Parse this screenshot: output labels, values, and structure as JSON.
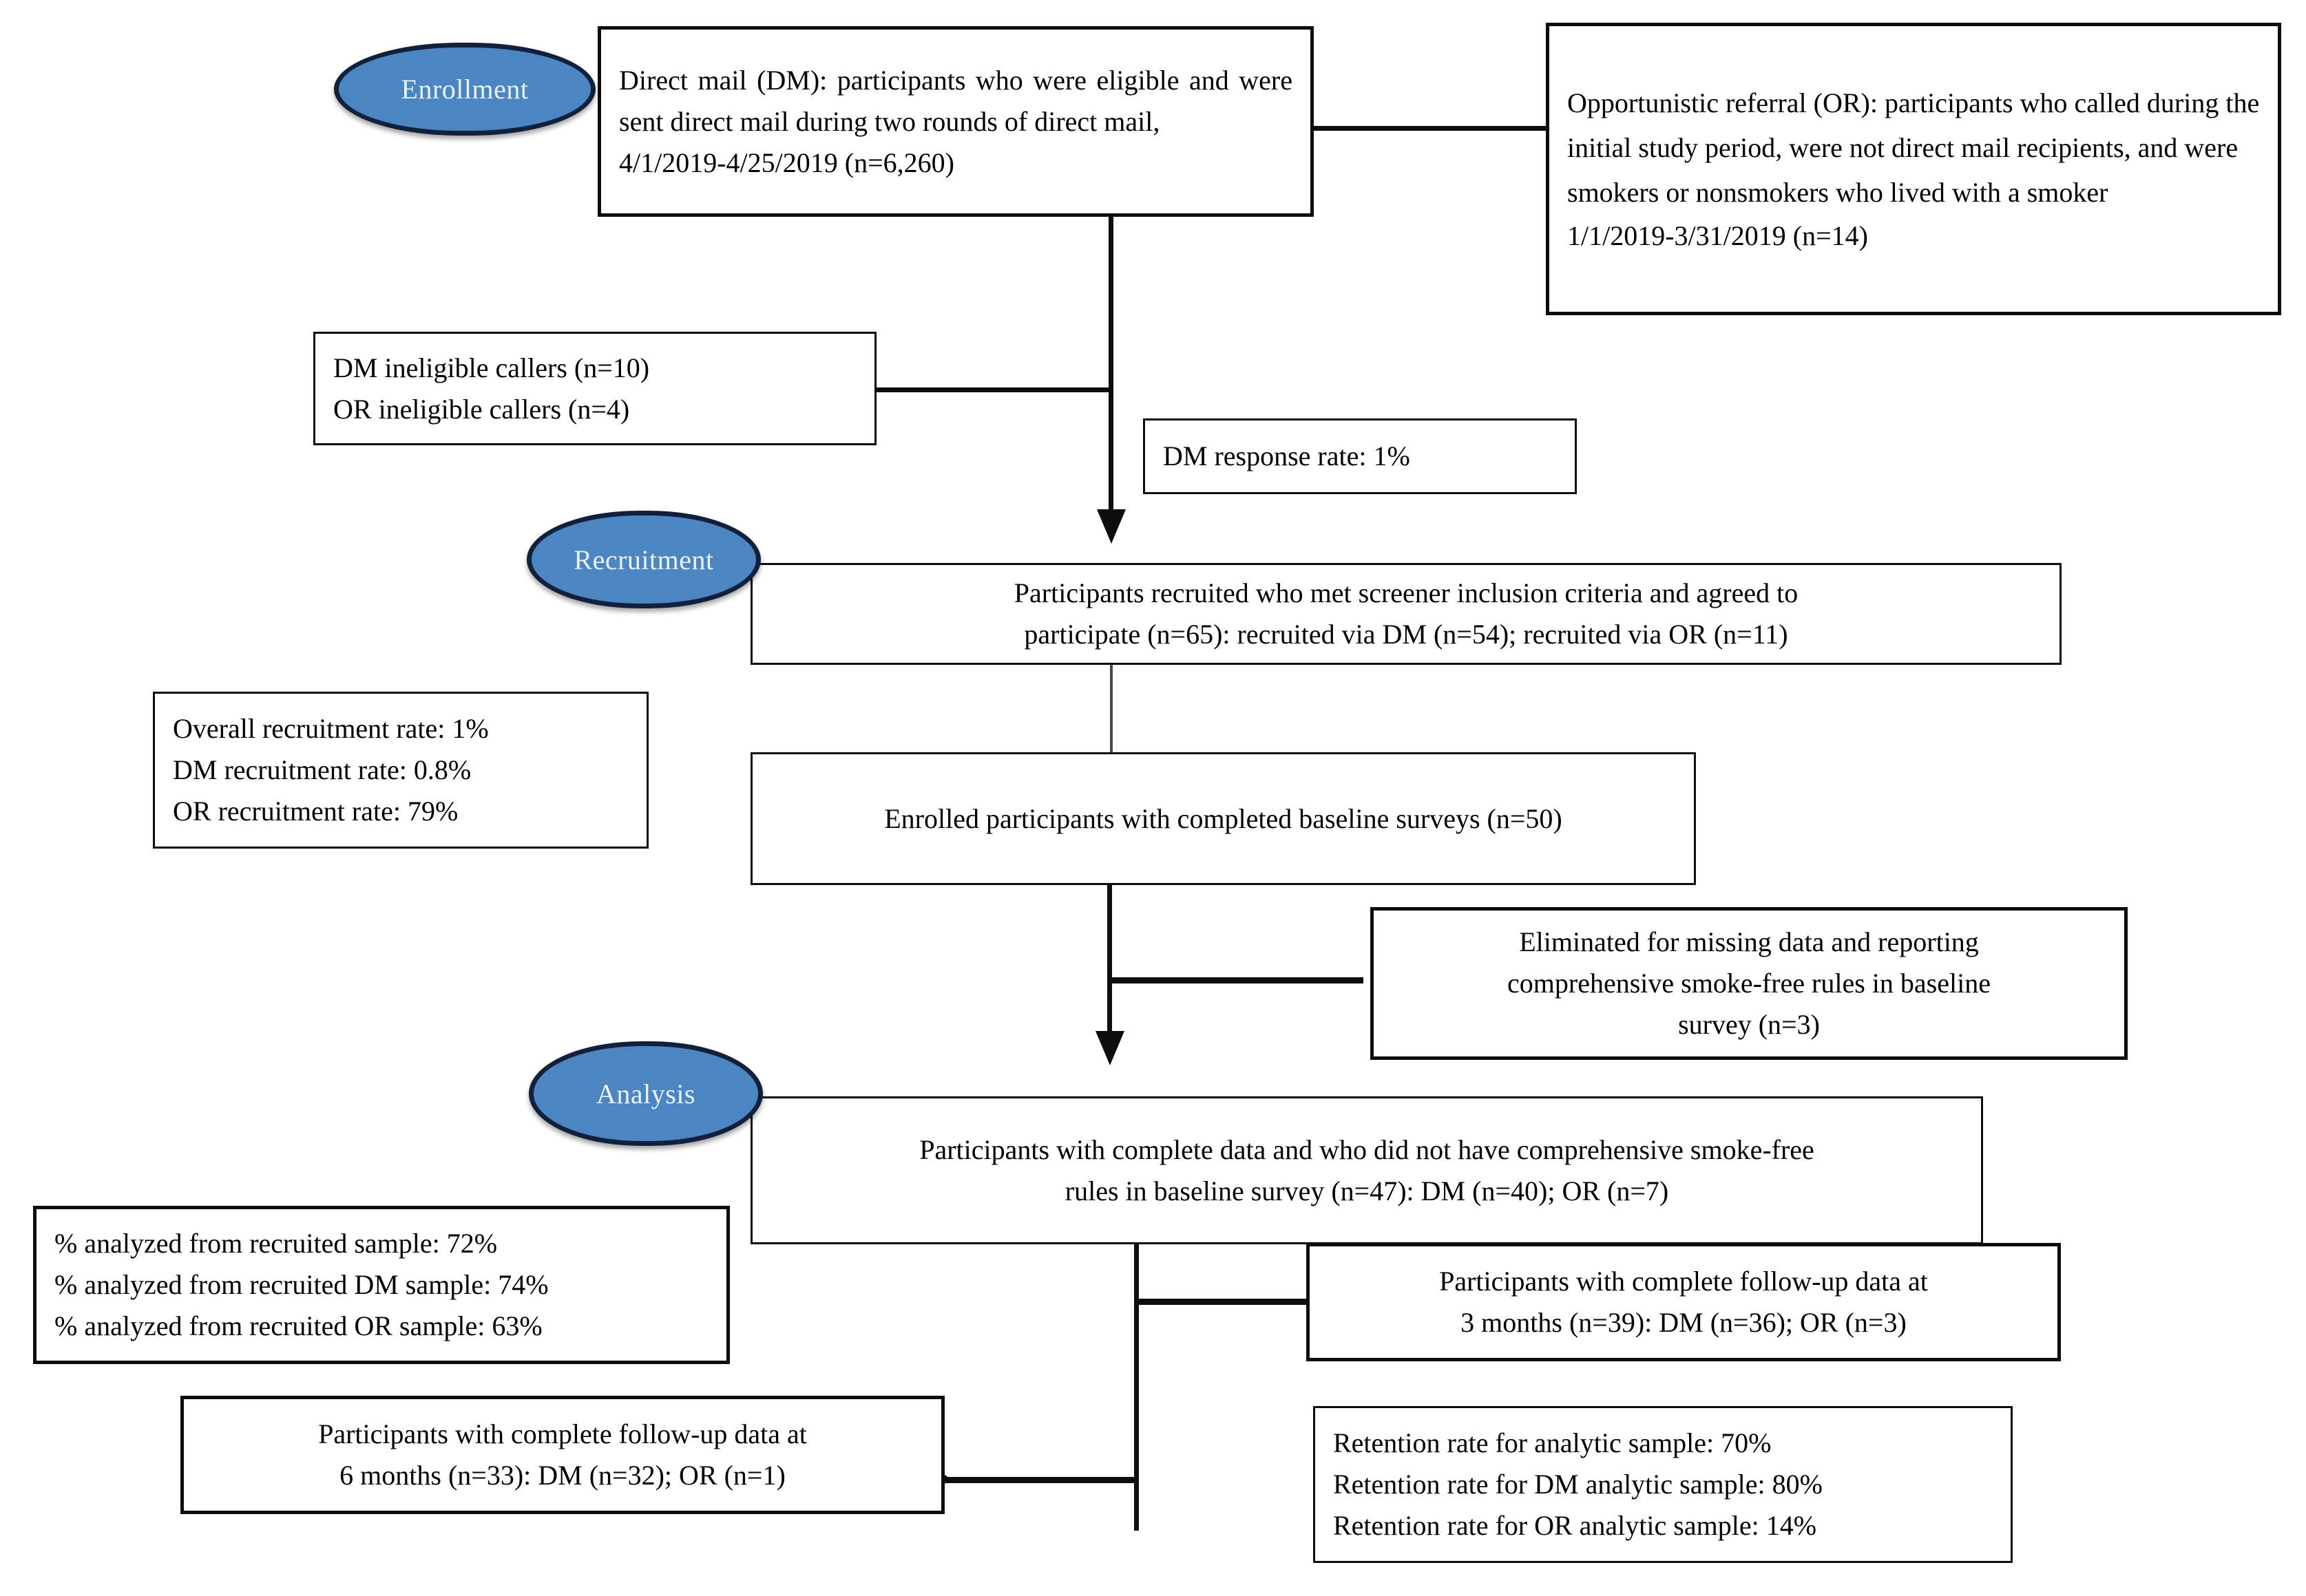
{
  "figure": {
    "type": "consort-flow-diagram",
    "accent_color": "#4c86c2",
    "accent_border_color": "#13203c",
    "line_color": "#0d0d0d",
    "background": "#ffffff"
  },
  "stages": [
    {
      "id": "enrollment",
      "label": "Enrollment"
    },
    {
      "id": "recruitment",
      "label": "Recruitment"
    },
    {
      "id": "analysis",
      "label": "Analysis"
    }
  ],
  "boxes": {
    "direct_mail": {
      "line1": "Direct mail (DM): participants who were eligible and were sent direct mail during two rounds of direct mail,",
      "line2": "4/1/2019-4/25/2019 (n=6,260)"
    },
    "opportunistic_referral": {
      "line1": "Opportunistic referral (OR): participants who called during the initial study period, were not direct mail recipients, and were smokers or nonsmokers who lived with a smoker",
      "line2": "1/1/2019-3/31/2019 (n=14)"
    },
    "ineligible_callers": {
      "line1": "DM ineligible callers (n=10)",
      "line2": "OR ineligible callers (n=4)"
    },
    "dm_response_rate": {
      "line1": "DM response rate: 1%"
    },
    "recruited": {
      "line1": "Participants recruited who met screener inclusion criteria and agreed to",
      "line2": "participate (n=65): recruited via DM (n=54); recruited via OR (n=11)"
    },
    "recruitment_rates": {
      "line1": "Overall recruitment rate: 1%",
      "line2": "DM recruitment rate: 0.8%",
      "line3": "OR recruitment rate: 79%"
    },
    "baseline_surveys": {
      "line1": "Enrolled participants with completed baseline surveys (n=50)"
    },
    "eliminated": {
      "line1": "Eliminated for missing data and reporting",
      "line2": "comprehensive smoke-free rules in baseline",
      "line3": "survey (n=3)"
    },
    "analytic_sample": {
      "line1": "Participants with complete data and who did not have comprehensive smoke-free",
      "line2": "rules in baseline survey (n=47): DM (n=40); OR (n=7)"
    },
    "percent_analyzed": {
      "line1": "% analyzed from recruited sample: 72%",
      "line2": "% analyzed from recruited DM sample: 74%",
      "line3": "% analyzed from recruited OR sample: 63%"
    },
    "followup_3mo": {
      "line1": "Participants with complete follow-up data at",
      "line2": "3 months (n=39): DM (n=36); OR (n=3)"
    },
    "followup_6mo": {
      "line1": "Participants with complete follow-up data at",
      "line2": "6 months (n=33): DM (n=32); OR (n=1)"
    },
    "retention_rates": {
      "line1": "Retention rate for analytic sample: 70%",
      "line2": "Retention rate for DM analytic sample: 80%",
      "line3": "Retention rate for OR analytic sample: 14%"
    }
  },
  "chart_data": {
    "type": "table",
    "title": "Participant flow: Enrollment, Recruitment and Analysis",
    "categories": [
      "DM eligible sent direct mail",
      "OR callers",
      "DM ineligible callers",
      "OR ineligible callers",
      "Recruited total",
      "Recruited via DM",
      "Recruited via OR",
      "Completed baseline surveys",
      "Eliminated (missing data / comprehensive smoke-free rules)",
      "Analytic sample total",
      "Analytic sample DM",
      "Analytic sample OR",
      "3-month follow-up total",
      "3-month follow-up DM",
      "3-month follow-up OR",
      "6-month follow-up total",
      "6-month follow-up DM",
      "6-month follow-up OR"
    ],
    "values": [
      6260,
      14,
      10,
      4,
      65,
      54,
      11,
      50,
      3,
      47,
      40,
      7,
      39,
      36,
      3,
      33,
      32,
      1
    ],
    "rates": [
      {
        "name": "DM response rate",
        "value": "1%"
      },
      {
        "name": "Overall recruitment rate",
        "value": "1%"
      },
      {
        "name": "DM recruitment rate",
        "value": "0.8%"
      },
      {
        "name": "OR recruitment rate",
        "value": "79%"
      },
      {
        "name": "% analyzed from recruited sample",
        "value": "72%"
      },
      {
        "name": "% analyzed from recruited DM sample",
        "value": "74%"
      },
      {
        "name": "% analyzed from recruited OR sample",
        "value": "63%"
      },
      {
        "name": "Retention rate for analytic sample",
        "value": "70%"
      },
      {
        "name": "Retention rate for DM analytic sample",
        "value": "80%"
      },
      {
        "name": "Retention rate for OR analytic sample",
        "value": "14%"
      }
    ],
    "xlabel": "",
    "ylabel": "",
    "legend": []
  }
}
